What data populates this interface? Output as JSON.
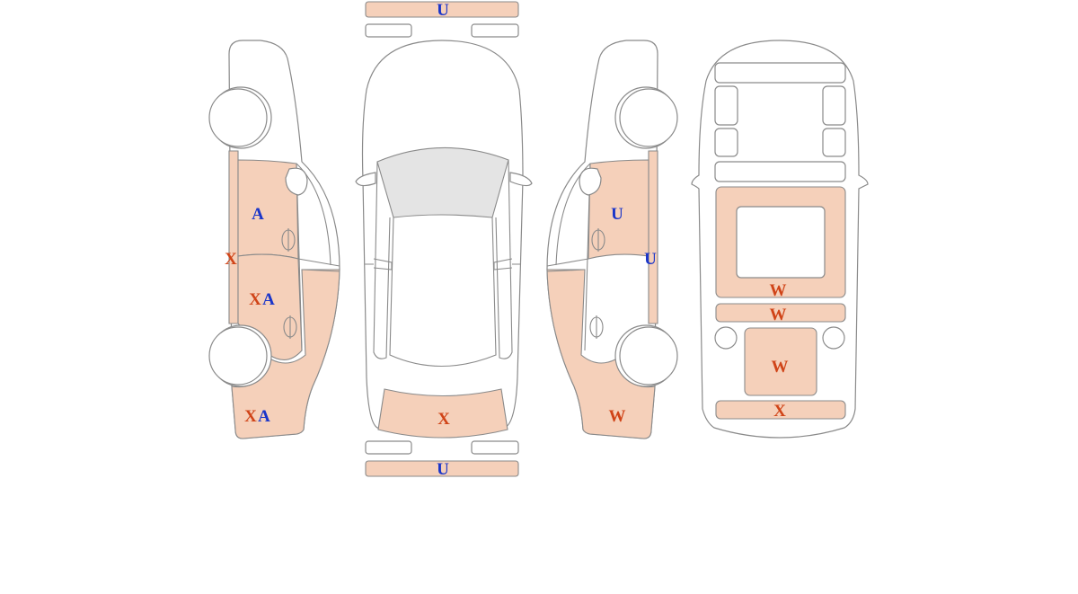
{
  "colors": {
    "damaged_fill": "#f5d0ba",
    "outline": "#8a8a8a",
    "glass": "#e4e4e4",
    "code_x": "#d04418",
    "code_a": "#1a35c9",
    "code_u": "#1a35c9",
    "code_w": "#d04418"
  },
  "diagram": {
    "top_view": {
      "front_bumper": "U",
      "hood": "X",
      "rear_bumper": "U"
    },
    "left_side": {
      "front_door": "A",
      "rocker_panel": "X",
      "rear_door_code1": "X",
      "rear_door_code2": "A",
      "rear_quarter_code1": "X",
      "rear_quarter_code2": "A"
    },
    "right_side": {
      "front_door": "U",
      "rocker_panel": "U",
      "rear_quarter": "W"
    },
    "interior": {
      "floor_center": "W",
      "seat_row": "W",
      "rear_floor": "W",
      "rear_panel": "X"
    }
  }
}
